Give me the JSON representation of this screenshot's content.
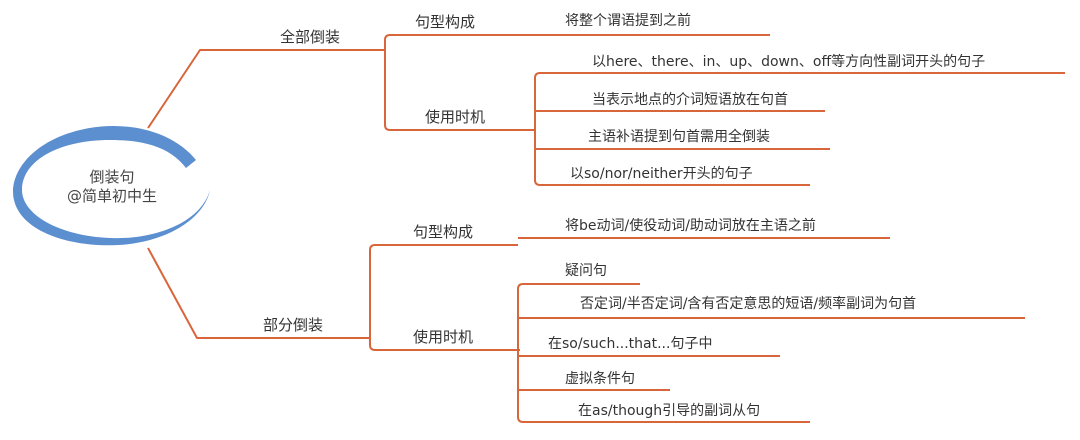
{
  "colors": {
    "branch": "#d8663a",
    "center_ring": "#5b8fd0",
    "text": "#333333"
  },
  "center": {
    "title": "倒装句",
    "subtitle": "@简单初中生"
  },
  "branches": [
    {
      "label": "全部倒装",
      "children": [
        {
          "label": "句型构成",
          "items": [
            "将整个谓语提到之前"
          ]
        },
        {
          "label": "使用时机",
          "items": [
            "以here、there、in、up、down、off等方向性副词开头的句子",
            "当表示地点的介词短语放在句首",
            "主语补语提到句首需用全倒装",
            "以so/nor/neither开头的句子"
          ]
        }
      ]
    },
    {
      "label": "部分倒装",
      "children": [
        {
          "label": "句型构成",
          "items": [
            "将be动词/使役动词/助动词放在主语之前"
          ]
        },
        {
          "label": "使用时机",
          "items": [
            "疑问句",
            "否定词/半否定词/含有否定意思的短语/频率副词为句首",
            "在so/such...that...句子中",
            "虚拟条件句",
            "在as/though引导的副词从句"
          ]
        }
      ]
    }
  ]
}
